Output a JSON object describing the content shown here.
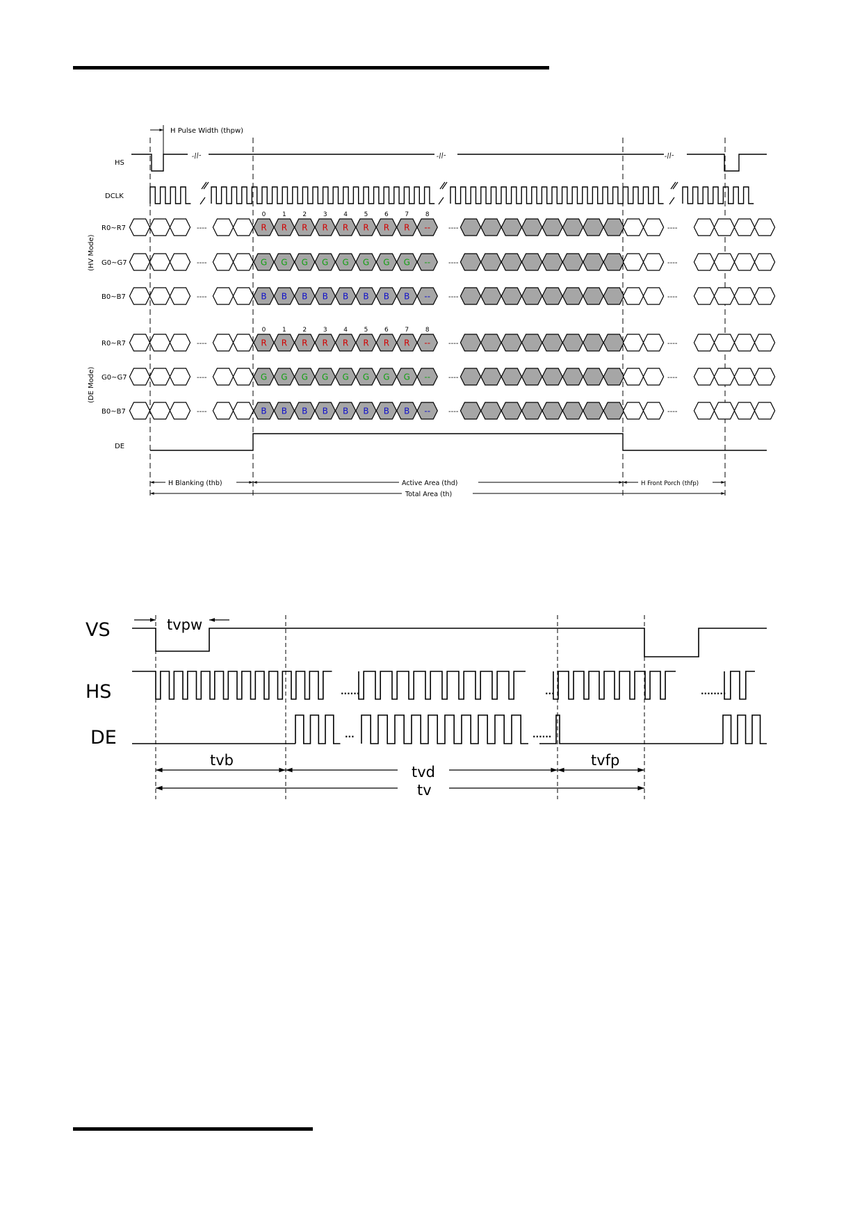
{
  "colors": {
    "ink": "#000000",
    "fill": "#a6a6a6",
    "r": "#d10000",
    "g": "#12a012",
    "b": "#1010c8"
  },
  "hsync": {
    "signal_labels": [
      "HS",
      "DCLK",
      "R0~R7",
      "G0~G7",
      "B0~B7",
      "R0~R7",
      "G0~G7",
      "B0~B7",
      "DE"
    ],
    "mode_labels": {
      "hv": "(HV Mode)",
      "de": "(DE Mode)"
    },
    "pixel_indices": [
      "0",
      "1",
      "2",
      "3",
      "4",
      "5",
      "6",
      "7",
      "8"
    ],
    "pixel_letters": {
      "r": "R",
      "g": "G",
      "b": "B",
      "dashes": "--"
    },
    "dots": "----",
    "break_mark": "-//-",
    "pulse_width_label": "H Pulse Width (thpw)",
    "h_blanking_label": "H Blanking (thb)",
    "active_area_label": "Active Area (thd)",
    "front_porch_label": "H Front Porch (thfp)",
    "total_area_label": "Total Area (th)"
  },
  "vsync": {
    "signal_labels": [
      "VS",
      "HS",
      "DE"
    ],
    "tvpw_label": "tvpw",
    "tvb_label": "tvb",
    "tvd_label": "tvd",
    "tvfp_label": "tvfp",
    "tv_label": "tv",
    "dots_short": "...",
    "dots_long": "......",
    "dots_longer": "........"
  }
}
